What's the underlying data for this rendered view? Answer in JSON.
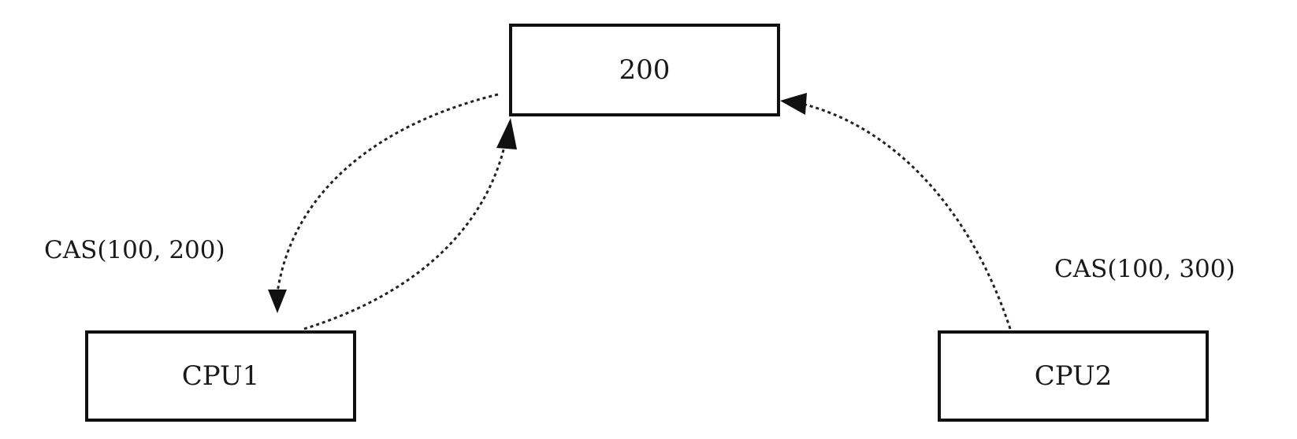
{
  "nodes": {
    "memory": {
      "label": "200"
    },
    "cpu1": {
      "label": "CPU1"
    },
    "cpu2": {
      "label": "CPU2"
    }
  },
  "edges": {
    "cpu1_cas": {
      "label": "CAS(100, 200)"
    },
    "cpu2_cas": {
      "label": "CAS(100, 300)"
    }
  },
  "colors": {
    "stroke": "#111111",
    "background": "#ffffff"
  }
}
